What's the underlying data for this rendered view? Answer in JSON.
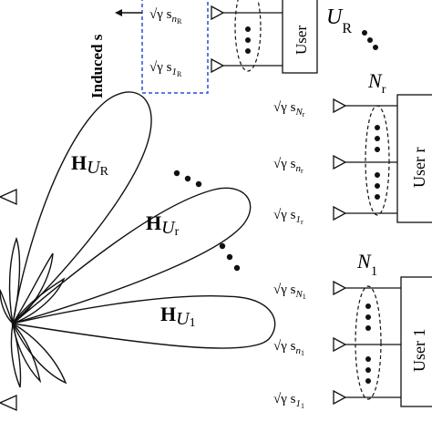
{
  "top_panel": {
    "induced_label": "Induced s",
    "signal_top": "√γ s",
    "signal_top_sub": "n",
    "signal_top_subsub": "R",
    "signal_bottom": "√γ s",
    "signal_bottom_sub": "1",
    "signal_bottom_subsub": "R",
    "user_label": "User",
    "group_label_main": "U",
    "group_label_sub": "R"
  },
  "group_r": {
    "antenna_count_main": "N",
    "antenna_count_sub": "r",
    "signals": [
      {
        "main": "√γ s",
        "sub": "N",
        "subsub": "r"
      },
      {
        "main": "√γ s",
        "sub": "n",
        "subsub": "r"
      },
      {
        "main": "√γ s",
        "sub": "1",
        "subsub": "r"
      }
    ],
    "user_label": "User r"
  },
  "group_1": {
    "antenna_count_main": "N",
    "antenna_count_sub": "1",
    "signals": [
      {
        "main": "√γ s",
        "sub": "N",
        "subsub": "1"
      },
      {
        "main": "√γ s",
        "sub": "n",
        "subsub": "1"
      },
      {
        "main": "√γ s",
        "sub": "1",
        "subsub": "1"
      }
    ],
    "user_label": "User 1"
  },
  "beams": [
    {
      "main": "H",
      "sub": "U",
      "subsub": "R"
    },
    {
      "main": "H",
      "sub": "U",
      "subsub": "r"
    },
    {
      "main": "H",
      "sub": "U",
      "subsub": "1"
    }
  ],
  "colors": {
    "line": "#111111",
    "dashed_box": "#2a4fd6"
  }
}
